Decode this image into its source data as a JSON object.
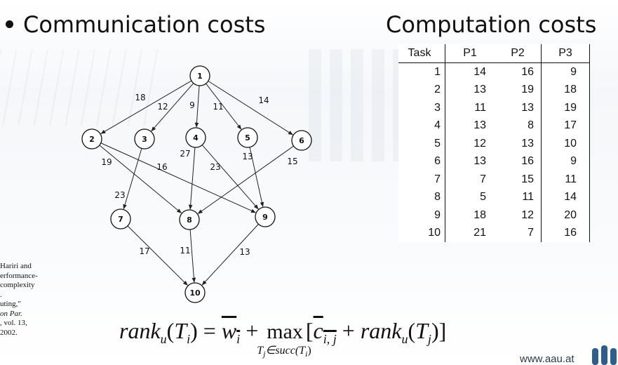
{
  "headings": {
    "communication": "Communication costs",
    "computation": "Computation costs"
  },
  "dag": {
    "nodes": [
      "1",
      "2",
      "3",
      "4",
      "5",
      "6",
      "7",
      "8",
      "9",
      "10"
    ],
    "edges": [
      {
        "from": "1",
        "to": "2",
        "weight": "18"
      },
      {
        "from": "1",
        "to": "3",
        "weight": "12"
      },
      {
        "from": "1",
        "to": "4",
        "weight": "9"
      },
      {
        "from": "1",
        "to": "5",
        "weight": "11"
      },
      {
        "from": "1",
        "to": "6",
        "weight": "14"
      },
      {
        "from": "2",
        "to": "8",
        "weight": "19"
      },
      {
        "from": "2",
        "to": "9",
        "weight": "16"
      },
      {
        "from": "3",
        "to": "7",
        "weight": "23"
      },
      {
        "from": "4",
        "to": "8",
        "weight": "27"
      },
      {
        "from": "4",
        "to": "9",
        "weight": "23"
      },
      {
        "from": "5",
        "to": "9",
        "weight": "13"
      },
      {
        "from": "6",
        "to": "8",
        "weight": "15"
      },
      {
        "from": "7",
        "to": "10",
        "weight": "17"
      },
      {
        "from": "8",
        "to": "10",
        "weight": "11"
      },
      {
        "from": "9",
        "to": "10",
        "weight": "13"
      }
    ]
  },
  "table": {
    "headers": [
      "Task",
      "P1",
      "P2",
      "P3"
    ],
    "rows": [
      [
        "1",
        "14",
        "16",
        "9"
      ],
      [
        "2",
        "13",
        "19",
        "18"
      ],
      [
        "3",
        "11",
        "13",
        "19"
      ],
      [
        "4",
        "13",
        "8",
        "17"
      ],
      [
        "5",
        "12",
        "13",
        "10"
      ],
      [
        "6",
        "13",
        "16",
        "9"
      ],
      [
        "7",
        "7",
        "15",
        "11"
      ],
      [
        "8",
        "5",
        "11",
        "14"
      ],
      [
        "9",
        "18",
        "12",
        "20"
      ],
      [
        "10",
        "21",
        "7",
        "16"
      ]
    ]
  },
  "reference": {
    "l1": "Hariri and",
    "l2": "erformance-",
    "l3": "complexity",
    "l4": "uting,\"",
    "l5": "on Par.",
    "l6": ", vol. 13,",
    "l7": "2002."
  },
  "formula": {
    "rank": "rank",
    "u": "u",
    "T": "T",
    "i": "i",
    "eq": " = ",
    "w": "w",
    "plus": " + ",
    "max": "max",
    "max_sub": "T",
    "max_sub_j": "j",
    "max_sub_rest": "∈succ(T",
    "max_sub_i": "i",
    "max_sub_close": ")",
    "c": "c",
    "ij": "i, j",
    "j": "j"
  },
  "footer": {
    "url": "www.aau.at",
    "logo_icon": "aau-logo-icon",
    "logo_color": "#2d5f8a"
  }
}
